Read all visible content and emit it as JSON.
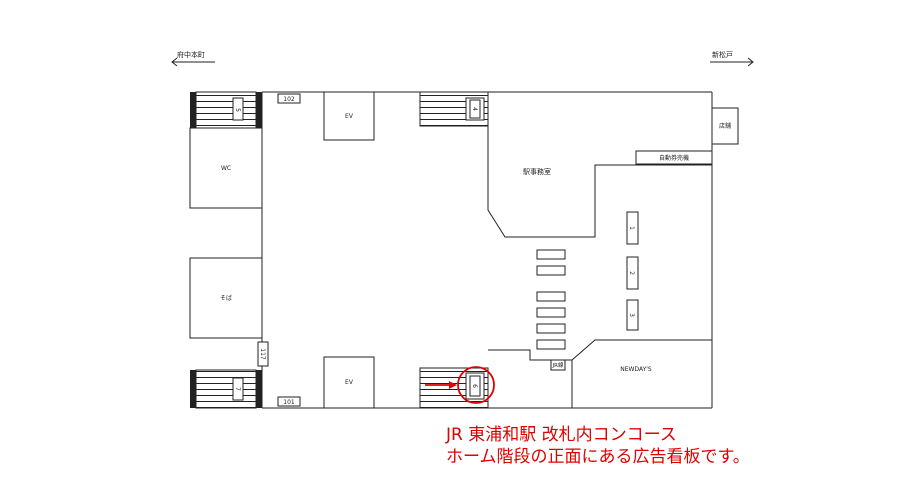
{
  "directions": {
    "left": "府中本町",
    "right": "新松戸"
  },
  "rooms": {
    "wc": "WC",
    "soba": "そば",
    "ev_top": "EV",
    "ev_bottom": "EV",
    "station_office": "駅事務室",
    "shop": "店舗",
    "ticket_machine": "自動券売機",
    "newdays": "NEWDAY'S"
  },
  "room_numbers": {
    "r102": "102",
    "r101": "101",
    "r117": "117"
  },
  "platforms": {
    "p1": "1",
    "p2": "2",
    "p3": "3"
  },
  "stairs": {
    "top_left": "5",
    "top_center": "4",
    "bottom_left": "7",
    "bottom_center": "6"
  },
  "jr_label": "JR線",
  "caption": {
    "line1": "JR 東浦和駅 改札内コンコース",
    "line2": "ホーム階段の正面にある広告看板です。"
  },
  "colors": {
    "highlight": "#e00000",
    "lines": "#222222"
  }
}
